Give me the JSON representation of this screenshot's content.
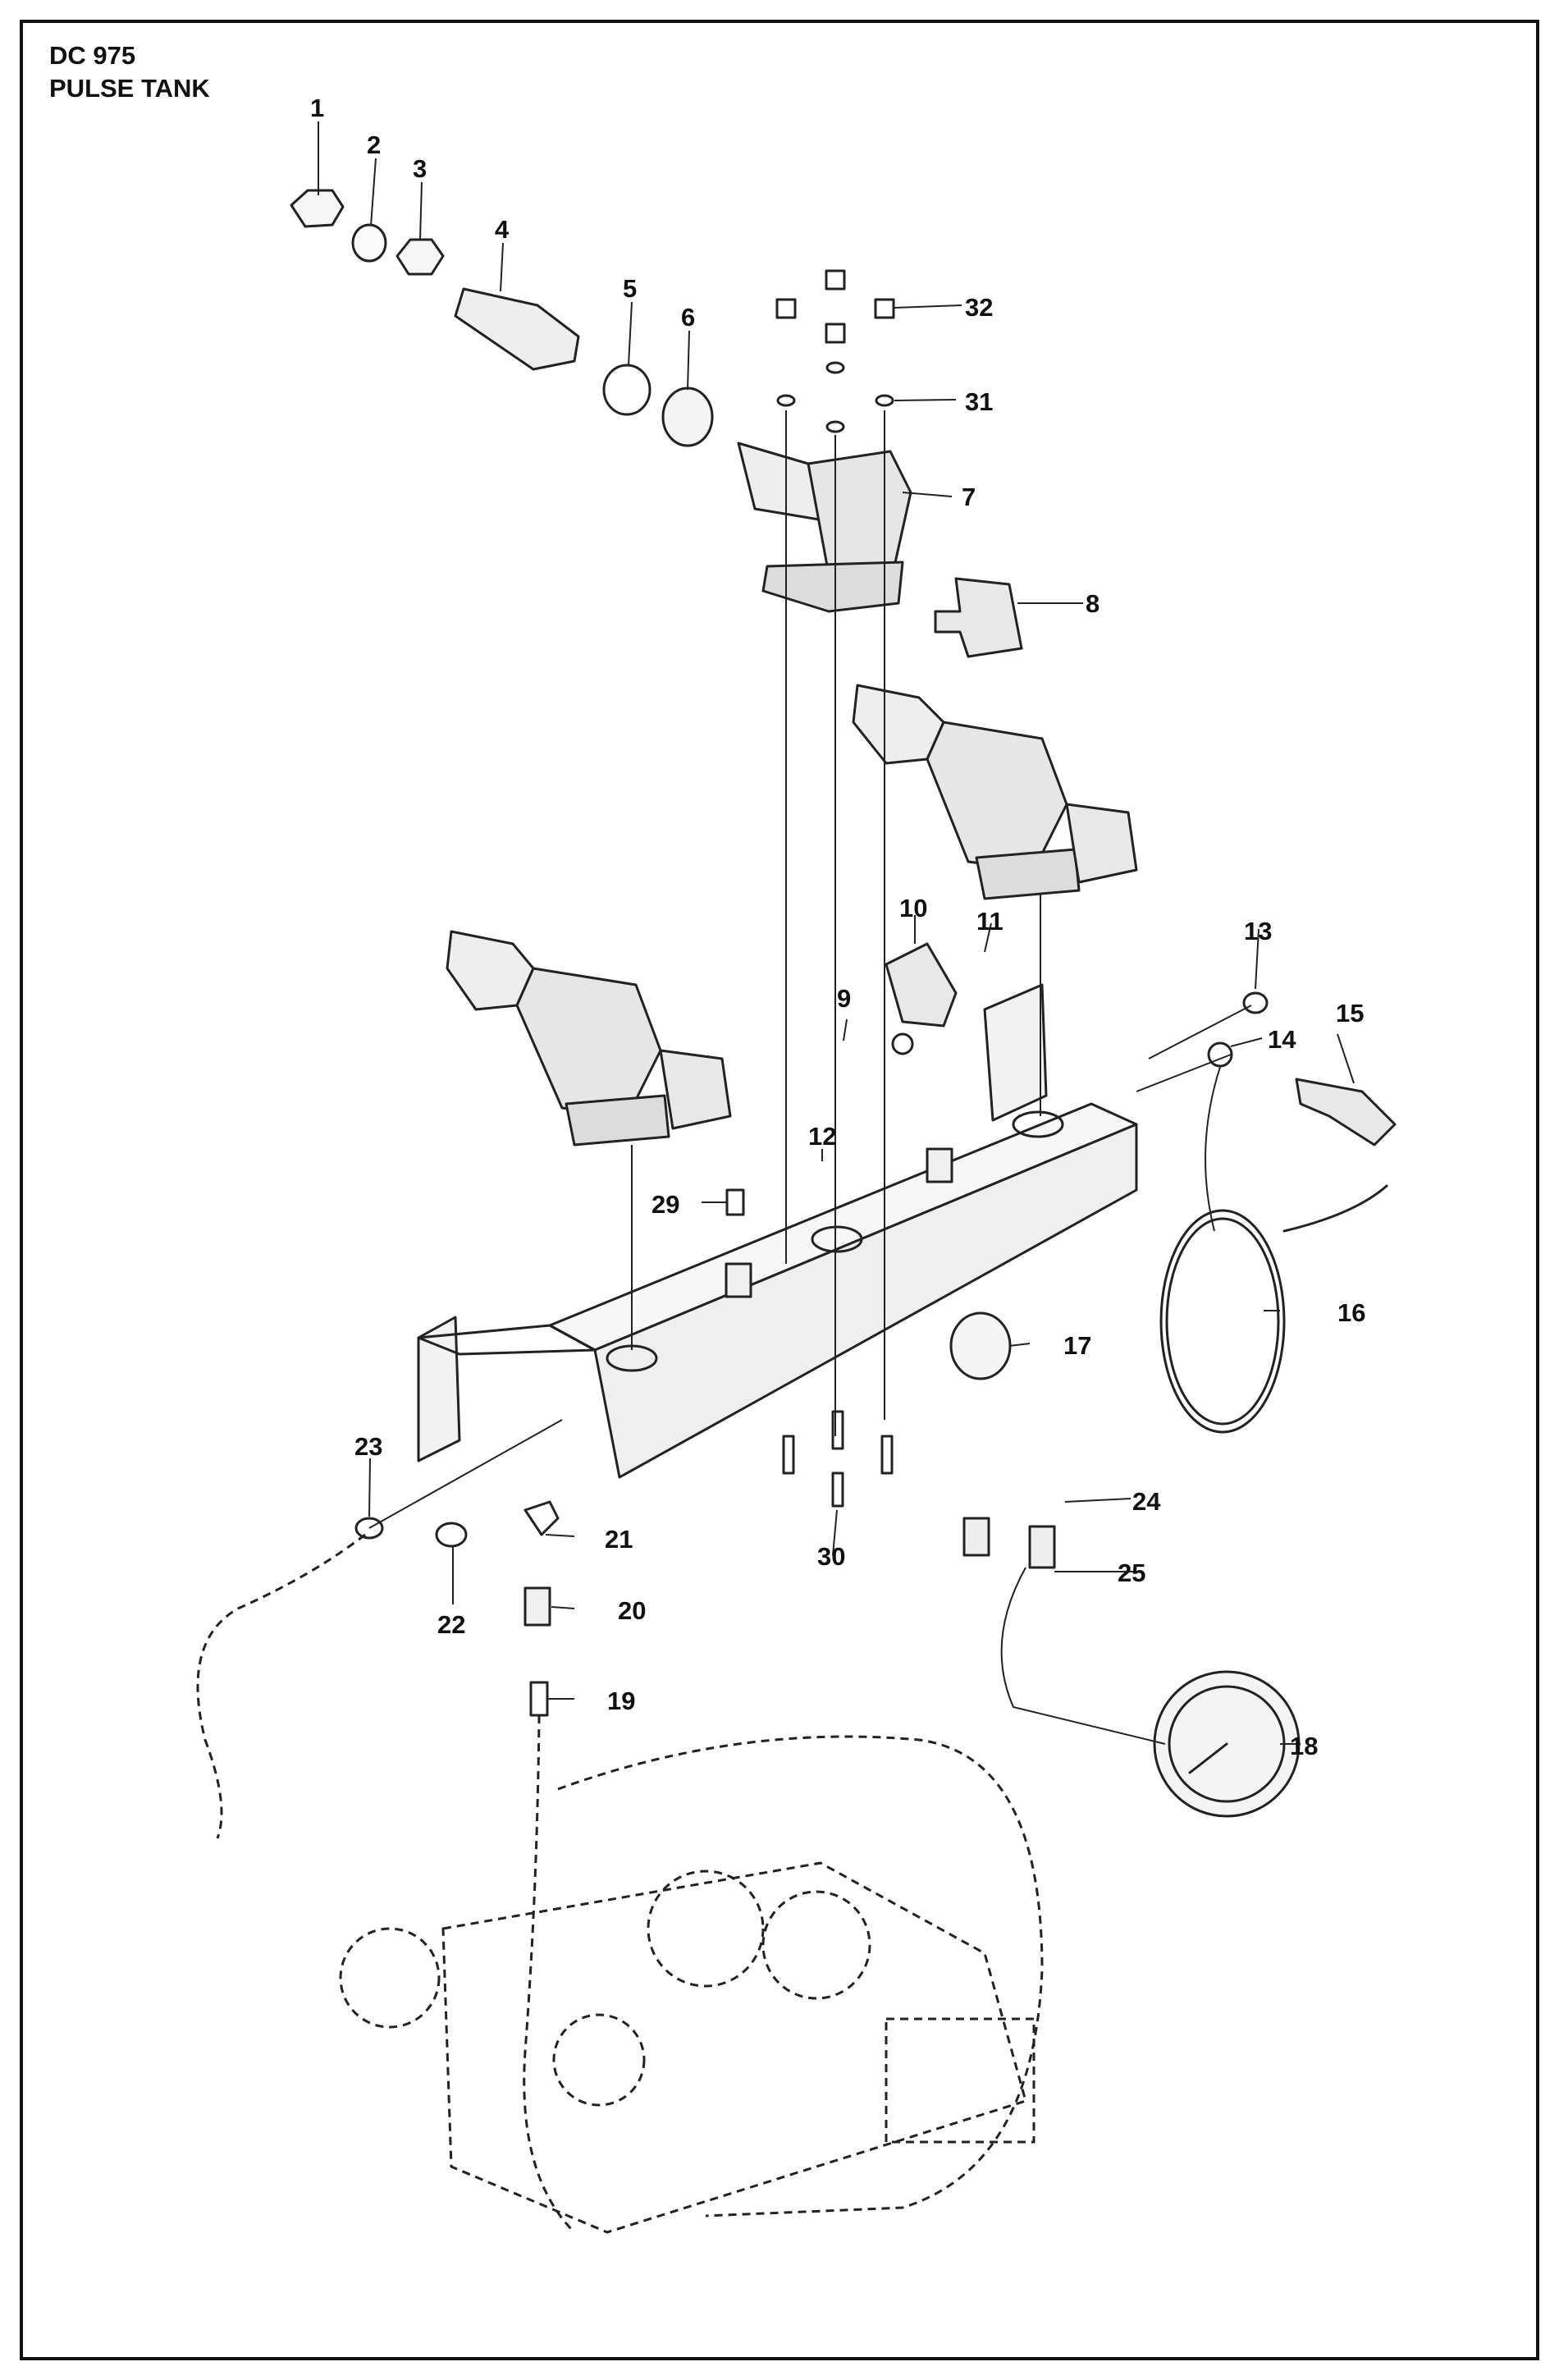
{
  "header": {
    "model": "DC 975",
    "title": "PULSE TANK"
  },
  "callouts": [
    "1",
    "2",
    "3",
    "4",
    "5",
    "6",
    "7",
    "8",
    "9",
    "10",
    "11",
    "12",
    "13",
    "14",
    "15",
    "16",
    "17",
    "18",
    "19",
    "20",
    "21",
    "22",
    "23",
    "24",
    "25",
    "29",
    "30",
    "31",
    "32"
  ]
}
